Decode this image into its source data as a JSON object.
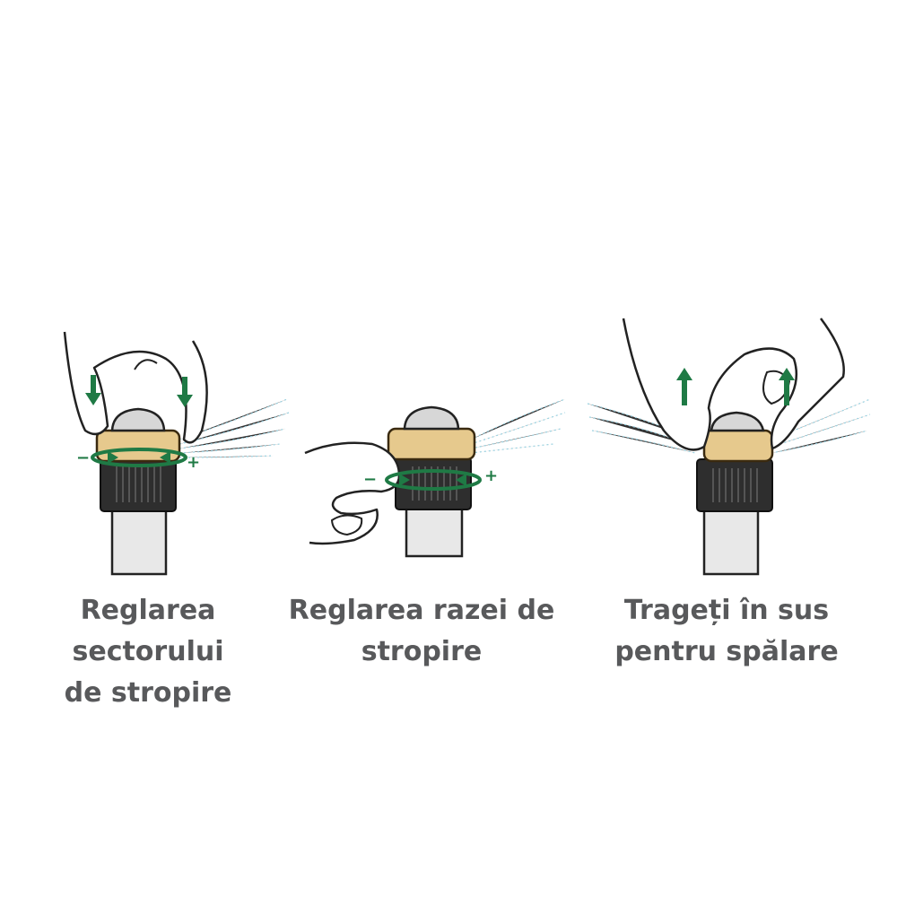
{
  "colors": {
    "arrow": "#1f7a45",
    "brass": "#e6c98d",
    "cap": "#d7d7d7",
    "body": "#2e2e2e",
    "spray": "#7fc5d8",
    "caption": "#58595b"
  },
  "steps": [
    {
      "caption": "Reglarea\nsectorului\nde stropire",
      "minus": "−",
      "plus": "+"
    },
    {
      "caption": "Reglarea razei de\nstropire",
      "minus": "−",
      "plus": "+"
    },
    {
      "caption": "Trageți în sus\npentru spălare"
    }
  ]
}
